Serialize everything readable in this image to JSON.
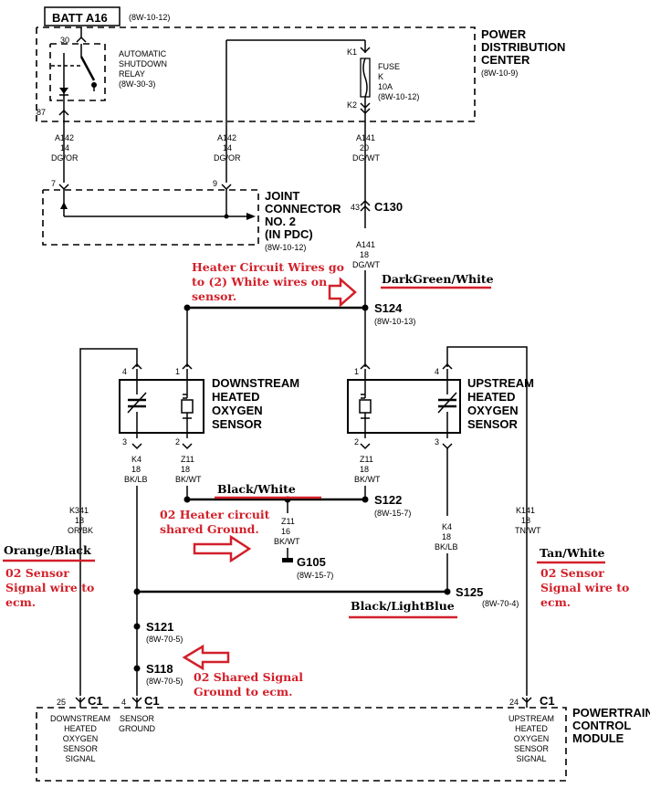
{
  "batt": {
    "label": "BATT A16",
    "ref": "(8W-10-12)"
  },
  "pdc": {
    "l1": "POWER",
    "l2": "DISTRIBUTION",
    "l3": "CENTER",
    "ref": "(8W-10-9)"
  },
  "asd": {
    "l1": "AUTOMATIC",
    "l2": "SHUTDOWN",
    "l3": "RELAY",
    "ref": "(8W-30-3)",
    "pin30": "30",
    "pin87": "87"
  },
  "fuse": {
    "k1": "K1",
    "k2": "K2",
    "l1": "FUSE",
    "l2": "K",
    "l3": "10A",
    "ref": "(8W-10-12)"
  },
  "wires": {
    "a142l": [
      "A142",
      "14",
      "DG/OR"
    ],
    "a142r": [
      "A142",
      "14",
      "DG/OR"
    ],
    "a141a": [
      "A141",
      "20",
      "DG/WT"
    ],
    "a141b": [
      "A141",
      "18",
      "DG/WT"
    ],
    "z11l": [
      "Z11",
      "18",
      "BK/WT"
    ],
    "z11r": [
      "Z11",
      "18",
      "BK/WT"
    ],
    "z11g": [
      "Z11",
      "16",
      "BK/WT"
    ],
    "k4l": [
      "K4",
      "18",
      "BK/LB"
    ],
    "k4r": [
      "K4",
      "18",
      "BK/LB"
    ],
    "k341": [
      "K341",
      "18",
      "OR/BK"
    ],
    "k141": [
      "K141",
      "18",
      "TN/WT"
    ]
  },
  "jc": {
    "l1": "JOINT",
    "l2": "CONNECTOR",
    "l3": "NO. 2",
    "l4": "(IN PDC)",
    "ref": "(8W-10-12)",
    "pin7": "7",
    "pin9": "9"
  },
  "c130": {
    "pin": "43",
    "label": "C130"
  },
  "s124": {
    "label": "S124",
    "ref": "(8W-10-13)"
  },
  "ds": {
    "l1": "DOWNSTREAM",
    "l2": "HEATED",
    "l3": "OXYGEN",
    "l4": "SENSOR",
    "p4": "4",
    "p1": "1",
    "p3": "3",
    "p2": "2"
  },
  "us": {
    "l1": "UPSTREAM",
    "l2": "HEATED",
    "l3": "OXYGEN",
    "l4": "SENSOR",
    "p4": "4",
    "p1": "1",
    "p3": "3",
    "p2": "2"
  },
  "s122": {
    "label": "S122",
    "ref": "(8W-15-7)"
  },
  "g105": {
    "label": "G105",
    "ref": "(8W-15-7)"
  },
  "s125": {
    "label": "S125",
    "ref": "(8W-70-4)"
  },
  "s121": {
    "label": "S121",
    "ref": "(8W-70-5)"
  },
  "s118": {
    "label": "S118",
    "ref": "(8W-70-5)"
  },
  "pcm": {
    "l1": "POWERTRAIN",
    "l2": "CONTROL",
    "l3": "MODULE",
    "c25": "25",
    "c25b": "C1",
    "c25t": [
      "DOWNSTREAM",
      "HEATED",
      "OXYGEN",
      "SENSOR",
      "SIGNAL"
    ],
    "c4": "4",
    "c4b": "C1",
    "c4t": [
      "SENSOR",
      "GROUND"
    ],
    "c24": "24",
    "c24b": "C1",
    "c24t": [
      "UPSTREAM",
      "HEATED",
      "OXYGEN",
      "SENSOR",
      "SIGNAL"
    ]
  },
  "notes": {
    "heater": [
      "Heater Circuit Wires go",
      "to (2) White wires on",
      "sensor."
    ],
    "dkgreen": "DarkGreen/White",
    "blackwhite": "Black/White",
    "shared": [
      "02 Heater circuit",
      "shared Ground."
    ],
    "orange": "Orange/Black",
    "o2left": [
      "02 Sensor",
      "Signal wire to",
      "ecm."
    ],
    "tan": "Tan/White",
    "o2right": [
      "02 Sensor",
      "Signal wire to",
      "ecm."
    ],
    "blb": "Black/LightBlue",
    "sharedsig": [
      "02 Shared Signal",
      "Ground to ecm."
    ]
  },
  "colors": {
    "annotation": "#d2202a"
  }
}
